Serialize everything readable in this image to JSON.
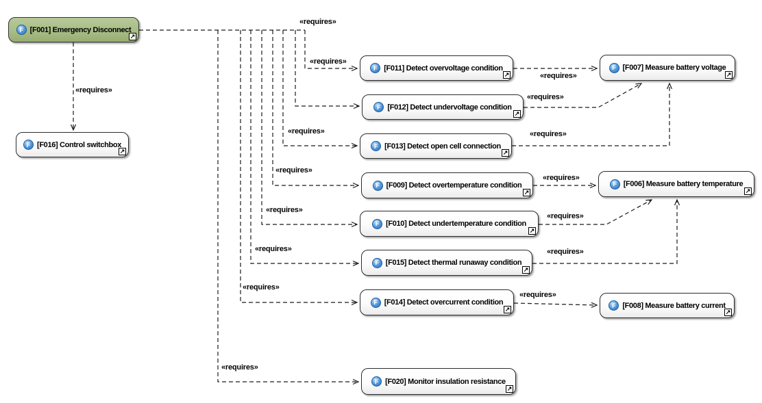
{
  "diagram": {
    "kind": "requirements-dependency-diagram",
    "stereotype": "«requires»"
  },
  "icons": {
    "function_icon": "F",
    "nav_icon": "↗"
  },
  "colors": {
    "highlight_node_fill": "#a8bd86",
    "node_fill": "#ffffff",
    "node_border": "#2b2b2b",
    "edge": "#1a1a1a",
    "function_icon_blue": "#2a6cbd"
  },
  "nodes": {
    "f001": {
      "id": "F001",
      "label": "[F001] Emergency Disconnect"
    },
    "f016": {
      "id": "F016",
      "label": "[F016] Control switchbox"
    },
    "f011": {
      "id": "F011",
      "label": "[F011] Detect overvoltage condition"
    },
    "f012": {
      "id": "F012",
      "label": "[F012] Detect undervoltage condition"
    },
    "f013": {
      "id": "F013",
      "label": "[F013] Detect open cell connection"
    },
    "f009": {
      "id": "F009",
      "label": "[F009] Detect overtemperature condition"
    },
    "f010": {
      "id": "F010",
      "label": "[F010] Detect undertemperature condition"
    },
    "f015": {
      "id": "F015",
      "label": "[F015] Detect thermal runaway condition"
    },
    "f014": {
      "id": "F014",
      "label": "[F014] Detect overcurrent condition"
    },
    "f020": {
      "id": "F020",
      "label": "[F020] Monitor insulation resistance"
    },
    "f007": {
      "id": "F007",
      "label": "[F007] Measure battery voltage"
    },
    "f006": {
      "id": "F006",
      "label": "[F006] Measure battery temperature"
    },
    "f008": {
      "id": "F008",
      "label": "[F008] Measure battery current"
    }
  },
  "edges": [
    {
      "from": "F001",
      "to": "F016",
      "label": "«requires»"
    },
    {
      "from": "F001",
      "to": "F011",
      "label": "«requires»"
    },
    {
      "from": "F001",
      "to": "F012",
      "label": "«requires»"
    },
    {
      "from": "F001",
      "to": "F013",
      "label": "«requires»"
    },
    {
      "from": "F001",
      "to": "F009",
      "label": "«requires»"
    },
    {
      "from": "F001",
      "to": "F010",
      "label": "«requires»"
    },
    {
      "from": "F001",
      "to": "F015",
      "label": "«requires»"
    },
    {
      "from": "F001",
      "to": "F014",
      "label": "«requires»"
    },
    {
      "from": "F001",
      "to": "F020",
      "label": "«requires»"
    },
    {
      "from": "F011",
      "to": "F007",
      "label": "«requires»"
    },
    {
      "from": "F012",
      "to": "F007",
      "label": "«requires»"
    },
    {
      "from": "F013",
      "to": "F007",
      "label": "«requires»"
    },
    {
      "from": "F009",
      "to": "F006",
      "label": "«requires»"
    },
    {
      "from": "F010",
      "to": "F006",
      "label": "«requires»"
    },
    {
      "from": "F015",
      "to": "F006",
      "label": "«requires»"
    },
    {
      "from": "F014",
      "to": "F008",
      "label": "«requires»"
    }
  ]
}
